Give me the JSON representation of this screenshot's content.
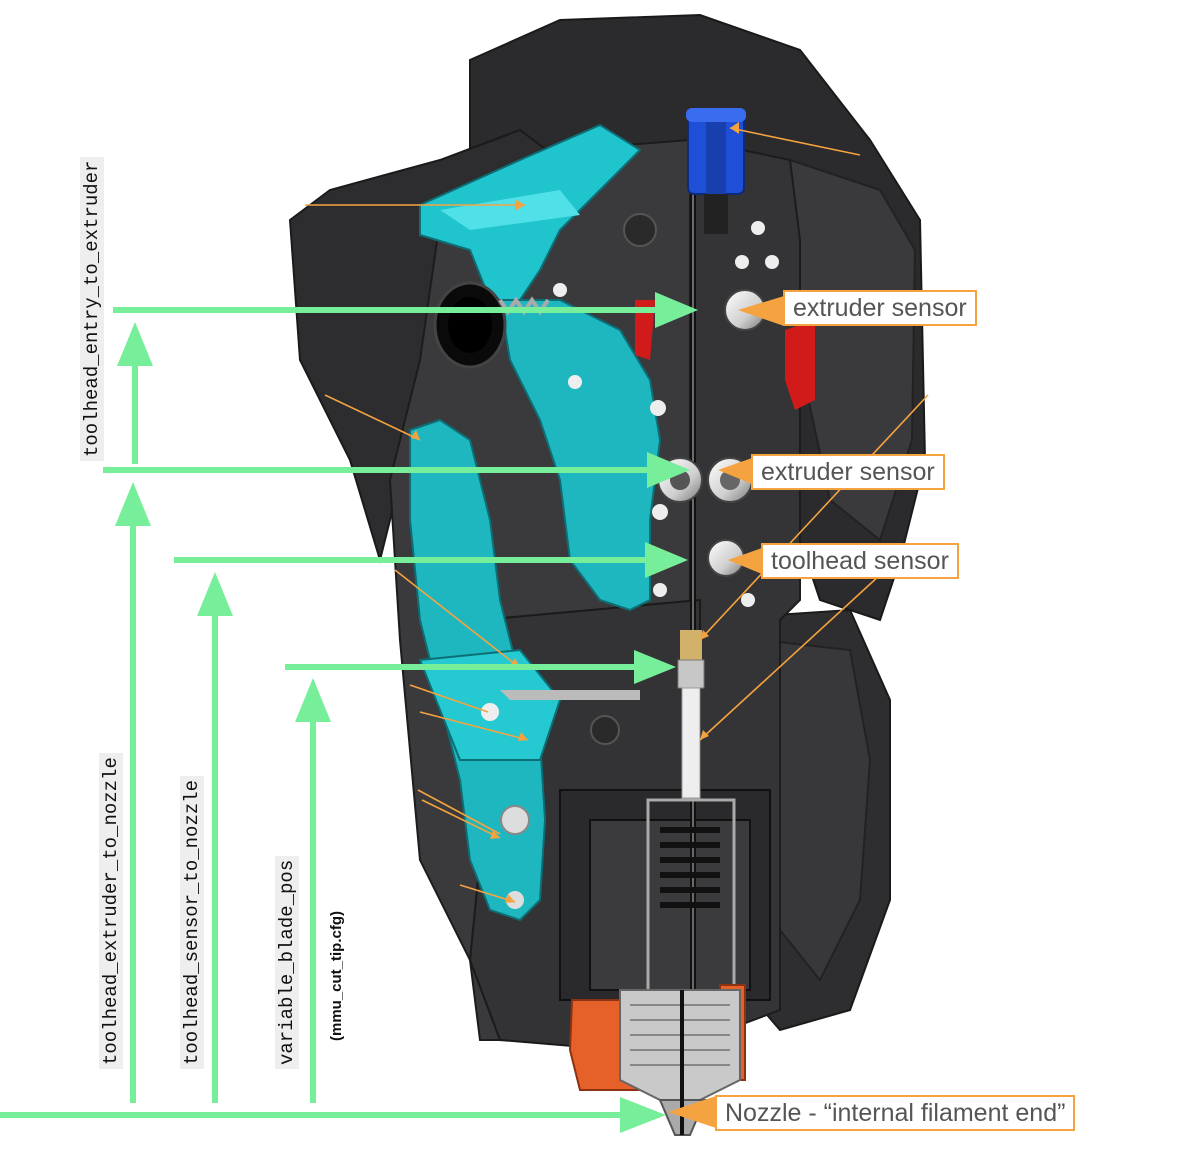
{
  "labels": {
    "entry_to_extruder": "toolhead_entry_to_extruder",
    "extruder_to_nozzle": "toolhead_extruder_to_nozzle",
    "sensor_to_nozzle": "toolhead_sensor_to_nozzle",
    "blade_pos": "variable_blade_pos",
    "blade_pos_file": "(mmu_cut_tip.cfg)"
  },
  "callouts": {
    "extruder_sensor_1": "extruder sensor",
    "extruder_sensor_2": "extruder sensor",
    "toolhead_sensor": "toolhead sensor",
    "nozzle": "Nozzle - “internal filament end”"
  },
  "colors": {
    "arrow_green": "#77ee99",
    "callout_orange": "#f5a340",
    "body_dark": "#2f2f31",
    "part_cyan": "#20c4cc",
    "fitting_blue": "#1e4fd6",
    "accent_red": "#d11a1a",
    "heater_orange": "#e6612a"
  }
}
